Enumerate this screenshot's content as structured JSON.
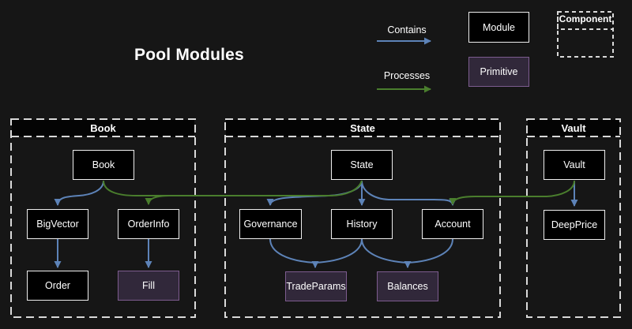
{
  "title": "Pool Modules",
  "legend": {
    "contains_label": "Contains",
    "processes_label": "Processes",
    "module_label": "Module",
    "primitive_label": "Primitive",
    "component_label": "Component"
  },
  "containers": {
    "book": {
      "label": "Book"
    },
    "state": {
      "label": "State"
    },
    "vault": {
      "label": "Vault"
    }
  },
  "nodes": {
    "book": {
      "label": "Book",
      "type": "module"
    },
    "bigvector": {
      "label": "BigVector",
      "type": "module"
    },
    "orderinfo": {
      "label": "OrderInfo",
      "type": "module"
    },
    "order": {
      "label": "Order",
      "type": "module"
    },
    "fill": {
      "label": "Fill",
      "type": "primitive"
    },
    "state": {
      "label": "State",
      "type": "module"
    },
    "governance": {
      "label": "Governance",
      "type": "module"
    },
    "history": {
      "label": "History",
      "type": "module"
    },
    "account": {
      "label": "Account",
      "type": "module"
    },
    "tradeparams": {
      "label": "TradeParams",
      "type": "primitive"
    },
    "balances": {
      "label": "Balances",
      "type": "primitive"
    },
    "vault": {
      "label": "Vault",
      "type": "module"
    },
    "deepprice": {
      "label": "DeepPrice",
      "type": "module"
    }
  },
  "edges": {
    "contains": [
      {
        "from": "Book",
        "to": "BigVector"
      },
      {
        "from": "Book",
        "to": "OrderInfo"
      },
      {
        "from": "BigVector",
        "to": "Order"
      },
      {
        "from": "OrderInfo",
        "to": "Fill"
      },
      {
        "from": "State",
        "to": "Governance"
      },
      {
        "from": "State",
        "to": "History"
      },
      {
        "from": "State",
        "to": "Account"
      },
      {
        "from": "Governance",
        "to": "TradeParams"
      },
      {
        "from": "History",
        "to": "TradeParams"
      },
      {
        "from": "History",
        "to": "Balances"
      },
      {
        "from": "Account",
        "to": "Balances"
      },
      {
        "from": "Vault",
        "to": "DeepPrice"
      }
    ],
    "processes": [
      {
        "from": "State",
        "to": "OrderInfo"
      },
      {
        "from": "Vault",
        "to": "Account"
      }
    ]
  },
  "colors": {
    "background": "#161616",
    "module_fill": "#000000",
    "module_border": "#eeeeee",
    "primitive_fill": "#31283a",
    "primitive_border": "#7d5c8f",
    "contains_arrow": "#5d83b8",
    "processes_arrow": "#4a7e2d",
    "dashed_border": "#d9d9d9",
    "text": "#ffffff"
  }
}
